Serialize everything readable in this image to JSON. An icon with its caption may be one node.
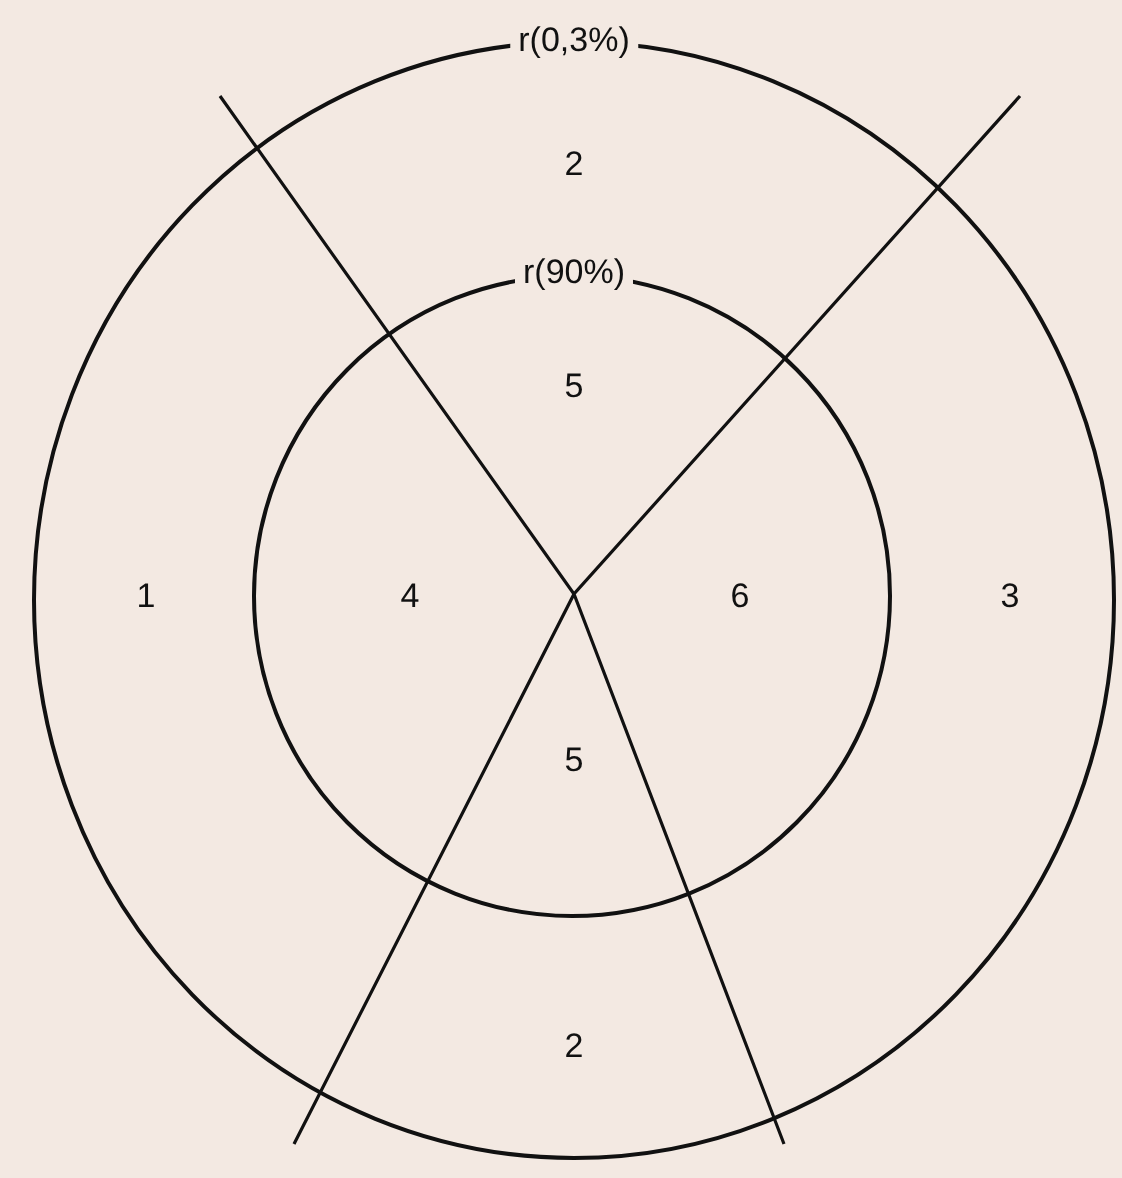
{
  "diagram": {
    "labels": [
      "r(0,3%)",
      "2",
      "r(90%)",
      "5",
      "1",
      "4",
      "6",
      "3",
      "5",
      "2"
    ]
  }
}
